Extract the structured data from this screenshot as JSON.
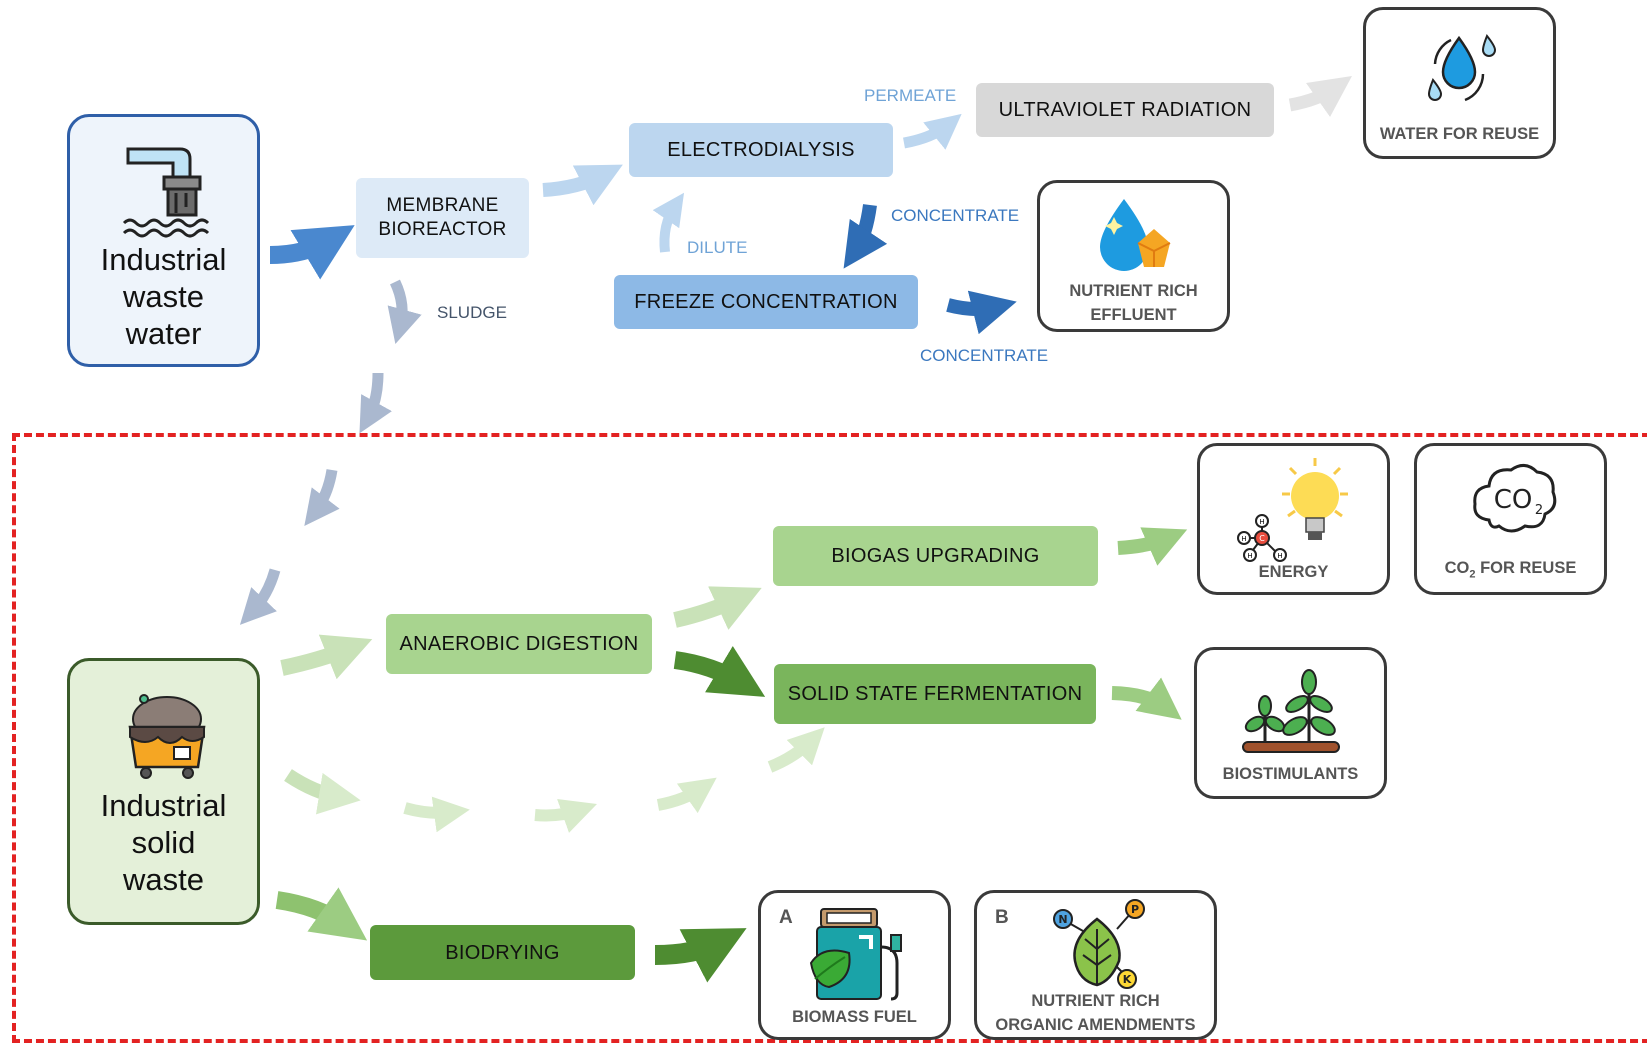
{
  "colors": {
    "water_blue": "#2f6db5",
    "sludge_grey": "#a9b8cf",
    "dashed_red": "#e32222",
    "green_dark": "#4e8c31",
    "green_mid": "#7ab55c",
    "green_light": "#c9e2b8"
  },
  "sources": {
    "waste_water": {
      "lines": [
        "Industrial",
        "waste",
        "water"
      ],
      "icon": "pipe-outflow-icon"
    },
    "solid_waste": {
      "lines": [
        "Industrial",
        "solid",
        "waste"
      ],
      "icon": "waste-cart-icon"
    }
  },
  "processes": {
    "membrane_bioreactor": [
      "MEMBRANE",
      "BIOREACTOR"
    ],
    "electrodialysis": "ELECTRODIALYSIS",
    "ultraviolet_radiation": "ULTRAVIOLET RADIATION",
    "freeze_concentration": "FREEZE CONCENTRATION",
    "anaerobic_digestion": "ANAEROBIC DIGESTION",
    "biogas_upgrading": "BIOGAS UPGRADING",
    "solid_state_fermentation": "SOLID STATE FERMENTATION",
    "biodrying": "BIODRYING"
  },
  "flow_labels": {
    "permeate": "PERMEATE",
    "concentrate_1": "CONCENTRATE",
    "dilute": "DILUTE",
    "concentrate_2": "CONCENTRATE",
    "sludge": "SLUDGE"
  },
  "outputs": {
    "water_for_reuse": {
      "label": "WATER FOR REUSE",
      "icon": "water-cycle-icon"
    },
    "nutrient_rich_effluent": {
      "lines": [
        "NUTRIENT RICH",
        "EFFLUENT"
      ],
      "icon": "nutrient-drop-icon"
    },
    "energy": {
      "label": "ENERGY",
      "icon": "lightbulb-methane-icon"
    },
    "co2_for_reuse": {
      "label_main": "CO",
      "label_sub": "2",
      "label_tail": " FOR REUSE",
      "icon": "co2-cloud-icon",
      "icon_text": "CO",
      "icon_sub": "2"
    },
    "biostimulants": {
      "label": "BIOSTIMULANTS",
      "icon": "seedlings-icon"
    },
    "biomass_fuel": {
      "letter": "A",
      "label": "BIOMASS FUEL",
      "icon": "fuel-pump-leaf-icon"
    },
    "organic_amendments": {
      "letter": "B",
      "lines": [
        "NUTRIENT RICH",
        "ORGANIC AMENDMENTS"
      ],
      "icon": "npk-leaf-icon",
      "nutrients": [
        "N",
        "P",
        "K"
      ]
    }
  },
  "molecule_atoms": [
    "H",
    "C",
    "H",
    "H",
    "H"
  ]
}
